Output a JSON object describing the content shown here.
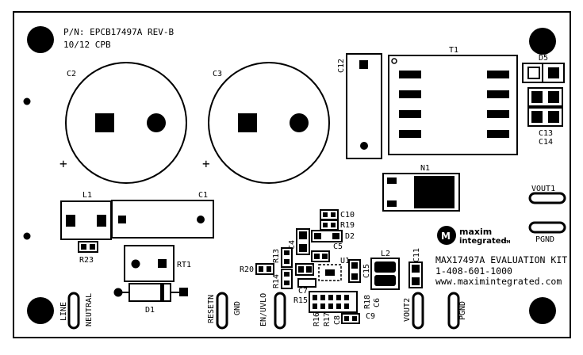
{
  "board": {
    "part_number": "P/N: EPCB17497A REV-B",
    "date_code": "10/12 CPB",
    "title": "MAX17497A EVALUATION KIT",
    "phone": "1-408-601-1000",
    "website": "www.maximintegrated.com",
    "logo_line1": "maxim",
    "logo_line2": "integrated",
    "logo_tm": "TM",
    "plus_sign": "+"
  },
  "components": {
    "C2": "C2",
    "C3": "C3",
    "C12": "C12",
    "T1": "T1",
    "D5": "D5",
    "C13": "C13",
    "C14": "C14",
    "N1": "N1",
    "L1": "L1",
    "C1": "C1",
    "R23": "R23",
    "RT1": "RT1",
    "D1": "D1",
    "R20": "R20",
    "R13": "R13",
    "R14": "R14",
    "C4": "C4",
    "C10": "C10",
    "R19": "R19",
    "D2": "D2",
    "C5": "C5",
    "C7": "C7",
    "R15": "R15",
    "U1": "U1",
    "C15": "C15",
    "L2": "L2",
    "C11": "C11",
    "R16": "R16",
    "R17": "R17",
    "C8": "C8",
    "R18": "R18",
    "C6": "C6",
    "C9": "C9"
  },
  "terminals": {
    "line": "LINE",
    "neutral": "NEUTRAL",
    "resetn": "RESETN",
    "gnd": "GND",
    "en_uvlo": "EN/UVLO",
    "vout2": "VOUT2",
    "pgnd2": "PGND",
    "vout1": "VOUT1",
    "pgnd1": "PGND"
  }
}
